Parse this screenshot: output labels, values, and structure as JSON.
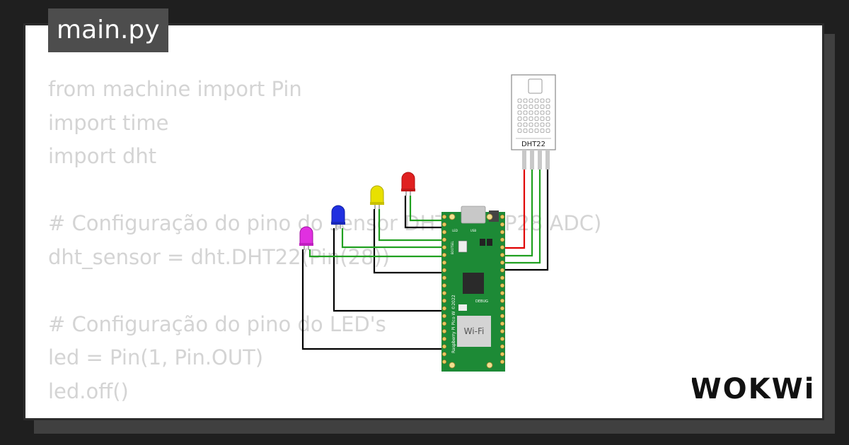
{
  "file": {
    "name": "main.py"
  },
  "code_lines": [
    "from machine import Pin",
    "import time",
    "import dht",
    "",
    "# Configuração do pino do sensor DHT22 (GP28 ADC)",
    "dht_sensor = dht.DHT22(Pin(28))",
    "",
    "# Configuração do pino do LED's",
    "led = Pin(1, Pin.OUT)",
    "led.off()"
  ],
  "circuit": {
    "sensor_label": "DHT22",
    "board": {
      "wifi_label": "Wi-Fi",
      "debug_label": "DEBUG",
      "usb_label": "USB",
      "led_label": "LED",
      "bootsel_label": "BOOTSEL",
      "model_label": "Raspberry Pi Pico W ©2022"
    },
    "leds": [
      {
        "color": "red",
        "hex": "#e02020"
      },
      {
        "color": "yellow",
        "hex": "#e8e000"
      },
      {
        "color": "blue",
        "hex": "#2030e0"
      },
      {
        "color": "magenta",
        "hex": "#e030e0"
      }
    ],
    "wire_colors": {
      "power": "#e00000",
      "signal": "#20a020",
      "ground": "#000000"
    }
  },
  "brand": {
    "name": "WOKWi"
  }
}
